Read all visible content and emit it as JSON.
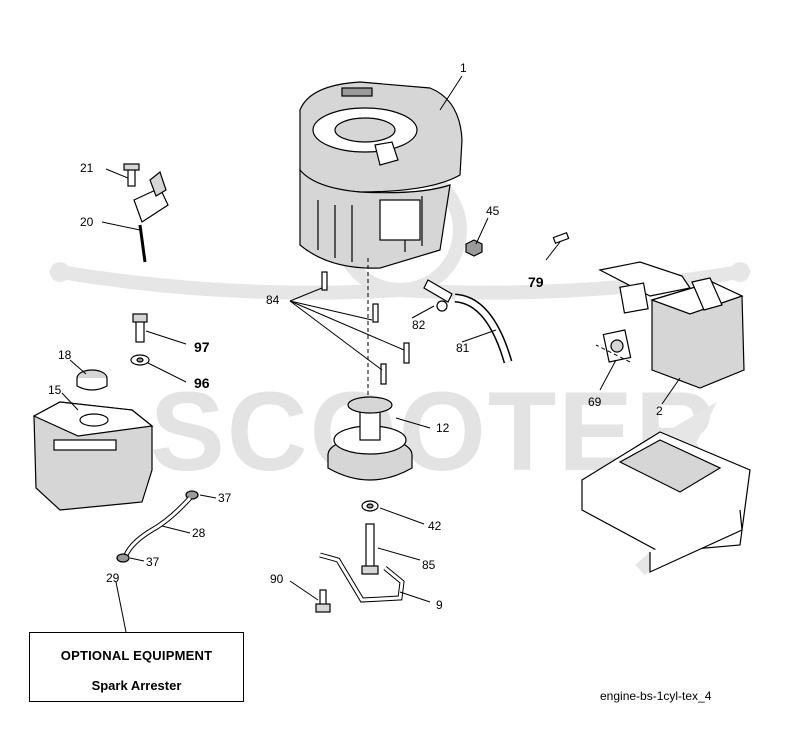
{
  "watermark": {
    "brand": "SCOOTER",
    "color": "#e3e3e3"
  },
  "callouts": {
    "c1": "1",
    "c2": "2",
    "c9": "9",
    "c12": "12",
    "c15": "15",
    "c18": "18",
    "c20": "20",
    "c21": "21",
    "c28": "28",
    "c29": "29",
    "c37a": "37",
    "c37b": "37",
    "c42": "42",
    "c45": "45",
    "c69": "69",
    "c79": "79",
    "c81": "81",
    "c82": "82",
    "c84": "84",
    "c85": "85",
    "c90": "90",
    "c96": "96",
    "c97": "97"
  },
  "optional_box": {
    "title": "OPTIONAL EQUIPMENT",
    "subtitle": "Spark Arrester"
  },
  "drawing_id": "engine-bs-1cyl-tex_4"
}
